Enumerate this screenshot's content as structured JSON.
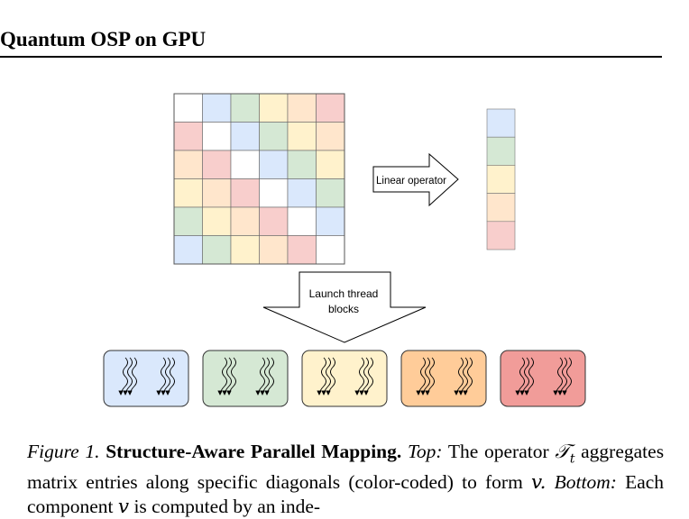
{
  "header": {
    "title": "Quantum OSP on GPU"
  },
  "figure": {
    "linear_operator_label": "Linear operator",
    "launch_label_line1": "Launch thread",
    "launch_label_line2": "blocks",
    "colors": {
      "white": "#ffffff",
      "blue": "#dae8fc",
      "green": "#d5e8d4",
      "yellow": "#fff2cc",
      "orange": "#ffe6cc",
      "red": "#f8cecc",
      "blue_block": "#dae8fc",
      "green_block": "#d5e8d4",
      "yellow_block": "#fff2cc",
      "orange_block": "#ffcc99",
      "red_block": "#f19c99"
    },
    "matrix": [
      [
        "white",
        "blue",
        "green",
        "yellow",
        "orange",
        "red"
      ],
      [
        "red",
        "white",
        "blue",
        "green",
        "yellow",
        "orange"
      ],
      [
        "orange",
        "red",
        "white",
        "blue",
        "green",
        "yellow"
      ],
      [
        "yellow",
        "orange",
        "red",
        "white",
        "blue",
        "green"
      ],
      [
        "green",
        "yellow",
        "orange",
        "red",
        "white",
        "blue"
      ],
      [
        "blue",
        "green",
        "yellow",
        "orange",
        "red",
        "white"
      ]
    ],
    "vector": [
      "blue",
      "green",
      "yellow",
      "orange",
      "red"
    ],
    "thread_blocks": [
      "blue_block",
      "green_block",
      "yellow_block",
      "orange_block",
      "red_block"
    ]
  },
  "caption": {
    "figure_label": "Figure 1.",
    "title": "Structure-Aware Parallel Mapping.",
    "top_label": "Top:",
    "line1_rest": "The operator",
    "symbol": "𝒯",
    "symbol_sub": "t",
    "line2_rest": "aggregates matrix entries along specific diagonals (color-coded)",
    "line3_part1": "to form",
    "line3_var": "v.",
    "bottom_label": "Bottom:",
    "line3_part2": "Each component",
    "line3_var2": "v",
    "line3_part3": "is computed by an inde-"
  }
}
